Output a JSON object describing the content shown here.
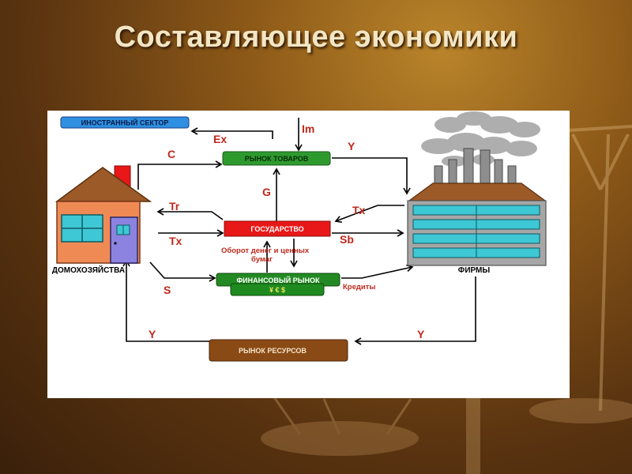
{
  "slide": {
    "title": "Составляющее экономики"
  },
  "diagram": {
    "nodes": {
      "foreign_sector": "ИНОСТРАННЫЙ СЕКТОР",
      "goods_market": "РЫНОК ТОВАРОВ",
      "government": "ГОСУДАРСТВО",
      "financial_market": "ФИНАНСОВЫЙ РЫНОК",
      "currency_symbols": "¥ € $",
      "resource_market": "РЫНОК РЕСУРСОВ",
      "households": "ДОМОХОЗЯЙСТВА",
      "firms": "ФИРМЫ"
    },
    "flows": {
      "consumption": "C",
      "exports": "Ex",
      "imports": "Im",
      "output_to_firms": "Y",
      "gov_spending": "G",
      "transfers": "Tr",
      "taxes_households": "Tx",
      "taxes_firms": "Tx",
      "subsidies": "Sb",
      "savings": "S",
      "credits": "Кредиты",
      "income_households": "Y",
      "income_firms": "Y",
      "securities_circulation": "Оборот денег и ценных бумаг"
    },
    "colors": {
      "foreign_sector": "#2f8fe0",
      "goods_market": "#2e9a2e",
      "government": "#e81818",
      "financial_market": "#238a23",
      "resource_market": "#8a4a16",
      "house_wall": "#f08a55",
      "house_roof": "#9c5a28",
      "firm_windows": "#3ec7d4",
      "flow_label": "#c0281c"
    }
  }
}
